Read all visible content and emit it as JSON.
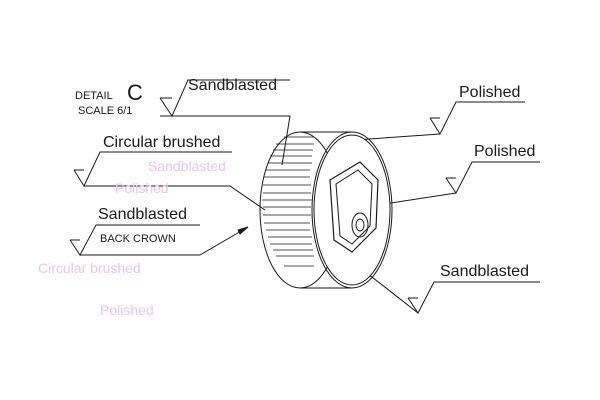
{
  "detail": {
    "label": "DETAIL",
    "letter": "C",
    "scale": "SCALE 6/1"
  },
  "callouts": {
    "top_left": "Sandblasted",
    "circular": "Circular brushed",
    "back": "Sandblasted",
    "back_note": "BACK CROWN",
    "right_top": "Polished",
    "right_mid": "Polished",
    "right_bottom": "Sandblasted"
  },
  "ghost_text": [
    "Sandblasted",
    "Polished",
    "Circular brushed",
    "Polished"
  ]
}
